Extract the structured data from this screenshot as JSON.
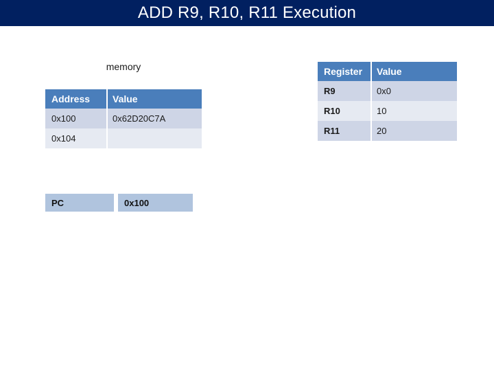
{
  "slide": {
    "title": "ADD R9, R10, R11 Execution",
    "title_bar_color": "#012060",
    "title_text_color": "#ffffff",
    "background_color": "#ffffff"
  },
  "memory": {
    "caption": "memory",
    "headers": [
      "Address",
      "Value"
    ],
    "rows": [
      {
        "address": "0x100",
        "value": "0x62D20C7A"
      },
      {
        "address": "0x104",
        "value": ""
      }
    ],
    "header_color": "#4a7ebb",
    "row_dark_color": "#ced5e6",
    "row_light_color": "#e6eaf2"
  },
  "registers": {
    "headers": [
      "Register",
      "Value"
    ],
    "rows": [
      {
        "name": "R9",
        "value": "0x0"
      },
      {
        "name": "R10",
        "value": "10"
      },
      {
        "name": "R11",
        "value": "20"
      }
    ],
    "header_color": "#4a7ebb",
    "row_dark_color": "#ced5e6",
    "row_light_color": "#e6eaf2"
  },
  "pc": {
    "label": "PC",
    "value": "0x100",
    "cell_color": "#b0c4de"
  }
}
